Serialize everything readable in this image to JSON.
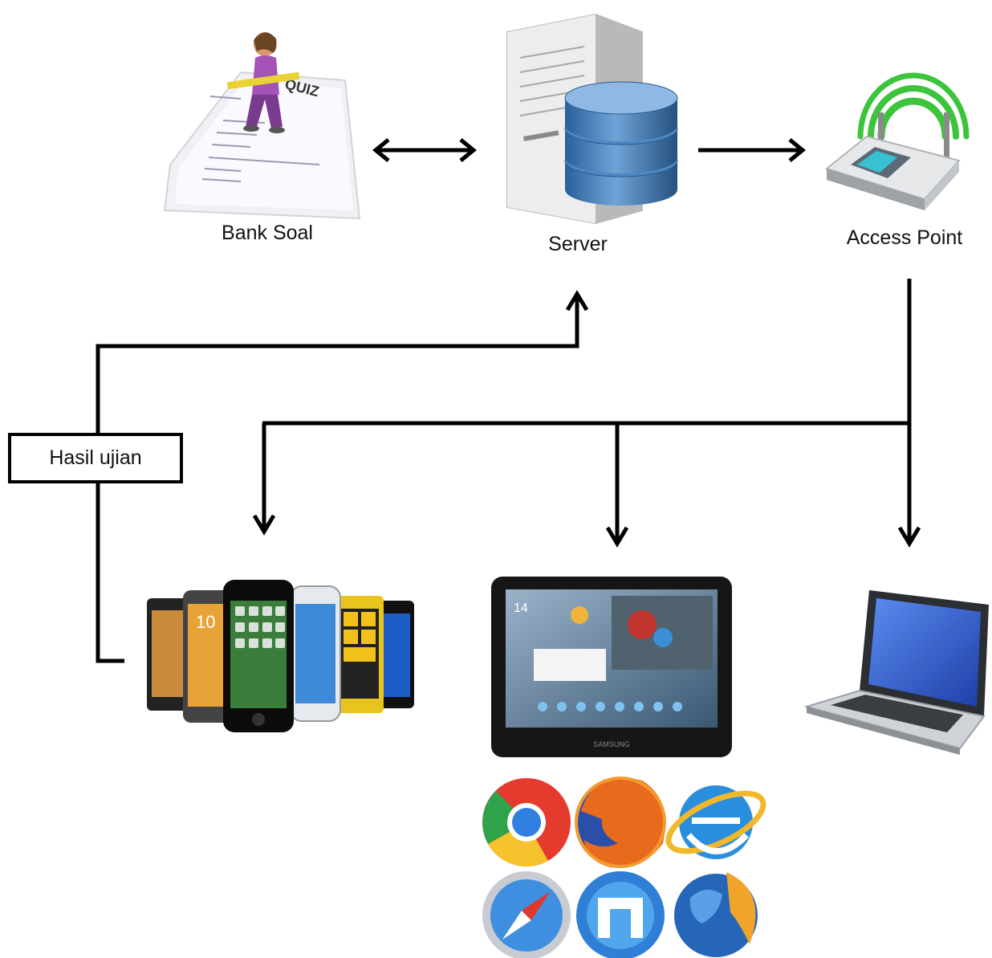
{
  "nodes": {
    "bank_soal": {
      "label": "Bank Soal",
      "icon": "quiz-paper-icon",
      "paper_title": "QUIZ"
    },
    "server": {
      "label": "Server",
      "icon": "database-server-icon"
    },
    "access_point": {
      "label": "Access Point",
      "icon": "wifi-router-icon"
    },
    "smartphones": {
      "icon": "smartphones-icon",
      "clock_text": "10"
    },
    "tablet": {
      "icon": "tablet-icon",
      "clock_text": "14",
      "brand_text": "SAMSUNG"
    },
    "laptop": {
      "icon": "laptop-icon"
    },
    "browsers": {
      "icons": [
        "chrome-icon",
        "firefox-icon",
        "internet-explorer-icon",
        "safari-icon",
        "maxthon-icon",
        "browser-globe-icon"
      ]
    }
  },
  "edges": {
    "hasil_ujian": {
      "label": "Hasil ujian"
    }
  },
  "colors": {
    "line": "#000000",
    "db_blue": "#3d77b3",
    "wifi_green": "#3cc43c",
    "laptop_screen": "#2f63d6"
  }
}
